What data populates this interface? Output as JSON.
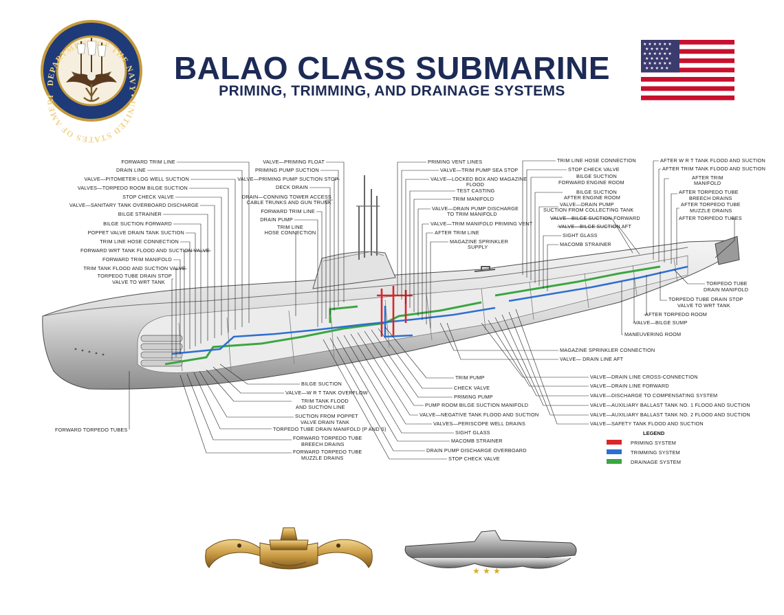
{
  "title": "BALAO CLASS SUBMARINE",
  "subtitle": "PRIMING, TRIMMING, AND DRAINAGE SYSTEMS",
  "seal_text": "DEPARTMENT OF THE NAVY • UNITED STATES OF AMERICA",
  "labels": {
    "l01": "FORWARD TRIM LINE",
    "l02": "DRAIN LINE",
    "l03": "VALVE—PITOMETER LOG WELL SUCTION",
    "l04": "VALVES—TORPEDO ROOM BILGE SUCTION",
    "l05": "STOP CHECK VALVE",
    "l06": "VALVE—SANITARY TANK OVERBOARD DISCHARGE",
    "l07": "BILGE STRAINER",
    "l08": "BILGE SUCTION FORWARD",
    "l09": "POPPET VALVE DRAIN TANK SUCTION",
    "l10": "TRIM LINE HOSE CONNECTION",
    "l11": "FORWARD WRT TANK FLOOD AND SUCTION VALVE",
    "l12": "FORWARD TRIM MANIFOLD",
    "l13": "TRIM TANK FLOOD AND SUCTION VALVE",
    "l14a": "TORPEDO TUBE DRAIN STOP",
    "l14b": "VALVE TO WRT TANK",
    "c01": "VALVE—PRIMING FLOAT",
    "c02": "PRIMING PUMP SUCTION",
    "c03": "VALVE—PRIMING PUMP SUCTION STOP",
    "c04": "DECK DRAIN",
    "c05a": "DRAIN—CONNING TOWER ACCESS",
    "c05b": "CABLE TRUNKS AND GUN TRUNK",
    "c06": "FORWARD TRIM LINE",
    "c07": "DRAIN PUMP",
    "c08a": "TRIM LINE",
    "c08b": "HOSE CONNECTION",
    "m01": "PRIMING VENT LINES",
    "m02": "VALVE—TRIM PUMP SEA STOP",
    "m03a": "VALVE—LOCKED BOX AND MAGAZINE",
    "m03b": "FLOOD",
    "m04": "TEST CASTING",
    "m05": "TRIM MANIFOLD",
    "m06a": "VALVE—DRAIN PUMP DISCHARGE",
    "m06b": "TO TRIM MANIFOLD",
    "m07": "VALVE—TRIM MANIFOLD PRIMING VENT",
    "m08": "AFTER TRIM LINE",
    "m09a": "MAGAZINE SPRINKLER",
    "m09b": "SUPPLY",
    "r01": "TRIM LINE HOSE CONNECTION",
    "r02": "STOP CHECK VALVE",
    "r03a": "BILGE SUCTION",
    "r03b": "FORWARD ENGINE ROOM",
    "r04a": "BILGE SUCTION",
    "r04b": "AFTER ENGINE ROOM",
    "r05a": "VALVE—DRAIN PUMP",
    "r05b": "SUCTION FROM COLLECTING TANK",
    "r06": "VALVE—BILGE SUCTION FORWARD",
    "r07": "VALVE—BILGE SUCTION AFT",
    "r08": "SIGHT GLASS",
    "r09": "MACOMB STRAINER",
    "f01": "AFTER W R T TANK FLOOD AND SUCTION",
    "f02": "AFTER TRIM TANK FLOOD AND SUCTION",
    "f03a": "AFTER TRIM",
    "f03b": "MANIFOLD",
    "f04a": "AFTER TORPEDO TUBE",
    "f04b": "BREECH DRAINS",
    "f05a": "AFTER TORPEDO TUBE",
    "f05b": "MUZZLE DRAINS",
    "f06": "AFTER TORPEDO TUBES",
    "s01a": "TORPEDO TUBE",
    "s01b": "DRAIN MANIFOLD",
    "s02a": "TORPEDO TUBE DRAIN STOP",
    "s02b": "VALVE TO WRT TANK",
    "s03": "AFTER TORPEDO ROOM",
    "s04": "VALVE—BILGE SUMP",
    "s05": "MANEUVERING ROOM",
    "b01": "BILGE SUCTION",
    "b02": "VALVE—W R T TANK OVERFLOW",
    "b03a": "TRIM TANK FLOOD",
    "b03b": "AND SUCTION LINE",
    "b04a": "SUCTION FROM POPPET",
    "b04b": "VALVE DRAIN TANK",
    "b05": "TORPEDO TUBE DRAIN MANIFOLD (P AND S)",
    "b06a": "FORWARD TORPEDO TUBE",
    "b06b": "BREECH DRAINS",
    "b07a": "FORWARD TORPEDO TUBE",
    "b07b": "MUZZLE DRAINS",
    "b08": "FORWARD TORPEDO TUBES",
    "p01": "TRIM PUMP",
    "p02": "CHECK VALVE",
    "p03": "PRIMING PUMP",
    "p04": "PUMP ROOM BILGE SUCTION MANIFOLD",
    "p05": "VALVE—NEGATIVE TANK FLOOD AND SUCTION",
    "p06": "VALVES—PERISCOPE WELL DRAINS",
    "p07": "SIGHT GLASS",
    "p08": "MACOMB STRAINER",
    "p09": "DRAIN PUMP DISCHARGE OVERBOARD",
    "p10": "STOP CHECK VALVE",
    "q01": "MAGAZINE SPRINKLER CONNECTION",
    "q02": "VALVE— DRAIN LINE AFT",
    "q03": "VALVE—DRAIN LINE CROSS-CONNECTION",
    "q04": "VALVE—DRAIN LINE FORWARD",
    "q05": "VALVE—DISCHARGE TO COMPENSATING SYSTEM",
    "q06": "VALVE—AUXILIARY BALLAST TANK NO. 1 FLOOD AND SUCTION",
    "q07": "VALVE—AUXILIARY BALLAST TANK NO. 2 FLOOD AND SUCTION",
    "q08": "VALVE—SAFETY TANK FLOOD AND SUCTION"
  },
  "legend": {
    "title": "LEGEND",
    "items": [
      {
        "label": "PRIMING SYSTEM",
        "color": "#d8262b"
      },
      {
        "label": "TRIMMING SYSTEM",
        "color": "#2d6fd0"
      },
      {
        "label": "DRAINAGE SYSTEM",
        "color": "#3aa641"
      }
    ]
  },
  "colors": {
    "title": "#1c2a55",
    "priming": "#d8262b",
    "trimming": "#2d6fd0",
    "drainage": "#3aa641",
    "seal_blue": "#1e3a78",
    "seal_gold": "#d4a43b",
    "flag_red": "#c8102e",
    "flag_blue": "#3c3b6e"
  },
  "icons": [
    "navy-seal-icon",
    "us-flag-icon",
    "dolphins-insignia-icon",
    "submarine-combat-pin-icon"
  ]
}
